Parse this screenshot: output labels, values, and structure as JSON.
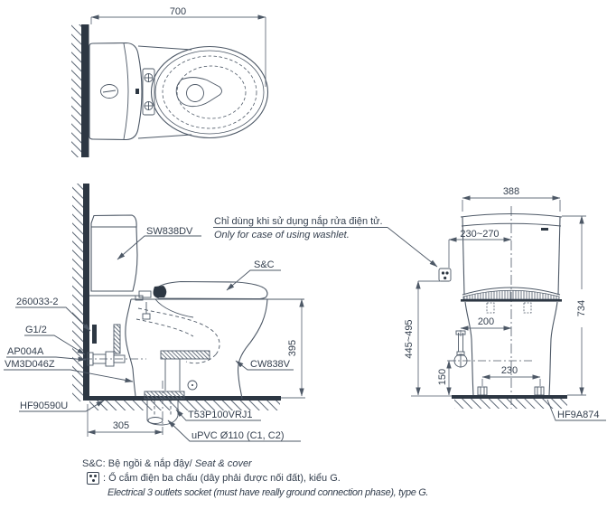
{
  "colors": {
    "line": "#4d5866",
    "dim": "#66707e",
    "text": "#35404f",
    "dark": "#2d3743"
  },
  "top_view": {
    "width_dim": "700"
  },
  "side_view": {
    "tank_label": "SW838DV",
    "seat_label": "S&C",
    "supply_bolt_label": "260033-2",
    "thread_label": "G1/2",
    "stop_valve_label": "AP004A",
    "fitting_label": "VM3D046Z",
    "floor_flange_label": "HF90590U",
    "bowl_label": "CW838V",
    "drain_socket_label": "T53P100VRJ1",
    "drain_pipe_label": "uPVC Ø110 (C1, C2)",
    "rough_in_dim": "305",
    "rim_height_dim": "395",
    "washlet_note_vi": "Chỉ dùng khi sử dụng nắp rửa điện tử.",
    "washlet_note_en": "Only for case of using washlet."
  },
  "front_view": {
    "tank_width_dim": "388",
    "socket_offset_dim": "230~270",
    "total_height_dim": "734",
    "socket_height_dim": "445~495",
    "supply_offset_dim": "200",
    "supply_height_dim": "150",
    "bolt_spacing_dim": "230",
    "floor_fixing_label": "HF9A874"
  },
  "footnotes": {
    "seat_cover_vi": "S&C: Bệ ngồi & nắp đậy/",
    "seat_cover_en": " Seat & cover",
    "socket_note_vi": ": Ổ cắm điện ba chấu (dây phải được nối đất), kiểu G.",
    "socket_note_en": "Electrical 3 outlets socket (must have really ground connection phase), type G."
  }
}
